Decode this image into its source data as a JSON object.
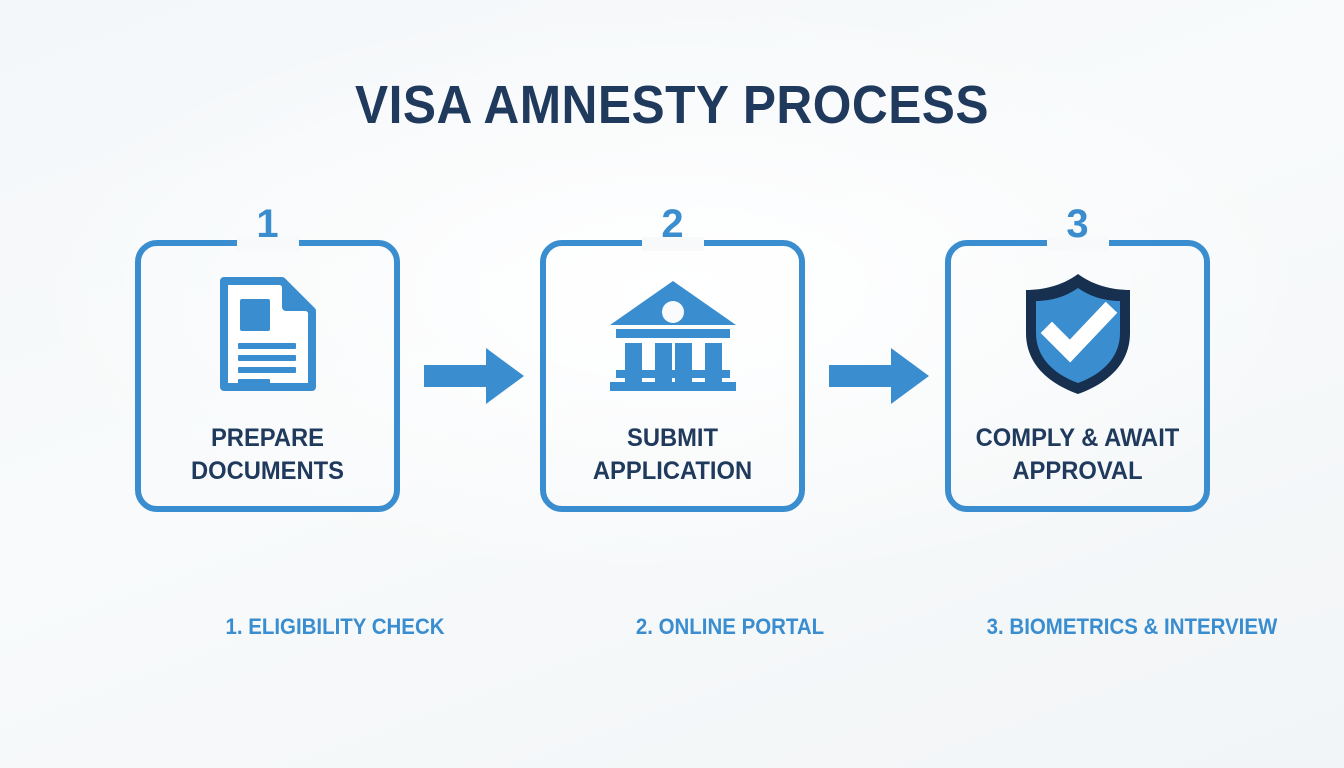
{
  "page": {
    "title": "VISA AMNESTY PROCESS",
    "background_color": "#f7f9fa",
    "accent_blue": "#3a8ed0",
    "navy": "#1f3a5c"
  },
  "steps": [
    {
      "number": "1",
      "icon": "document-icon",
      "label": "PREPARE\nDOCUMENTS",
      "caption": "1. ELIGIBILITY CHECK"
    },
    {
      "number": "2",
      "icon": "bank-icon",
      "label": "SUBMIT\nAPPLICATION",
      "caption": "2. ONLINE PORTAL"
    },
    {
      "number": "3",
      "icon": "shield-check-icon",
      "label": "COMPLY & AWAIT\nAPPROVAL",
      "caption": "3. BIOMETRICS & INTERVIEW"
    }
  ],
  "connectors": [
    {
      "icon": "arrow-right-icon"
    },
    {
      "icon": "arrow-right-icon"
    }
  ]
}
